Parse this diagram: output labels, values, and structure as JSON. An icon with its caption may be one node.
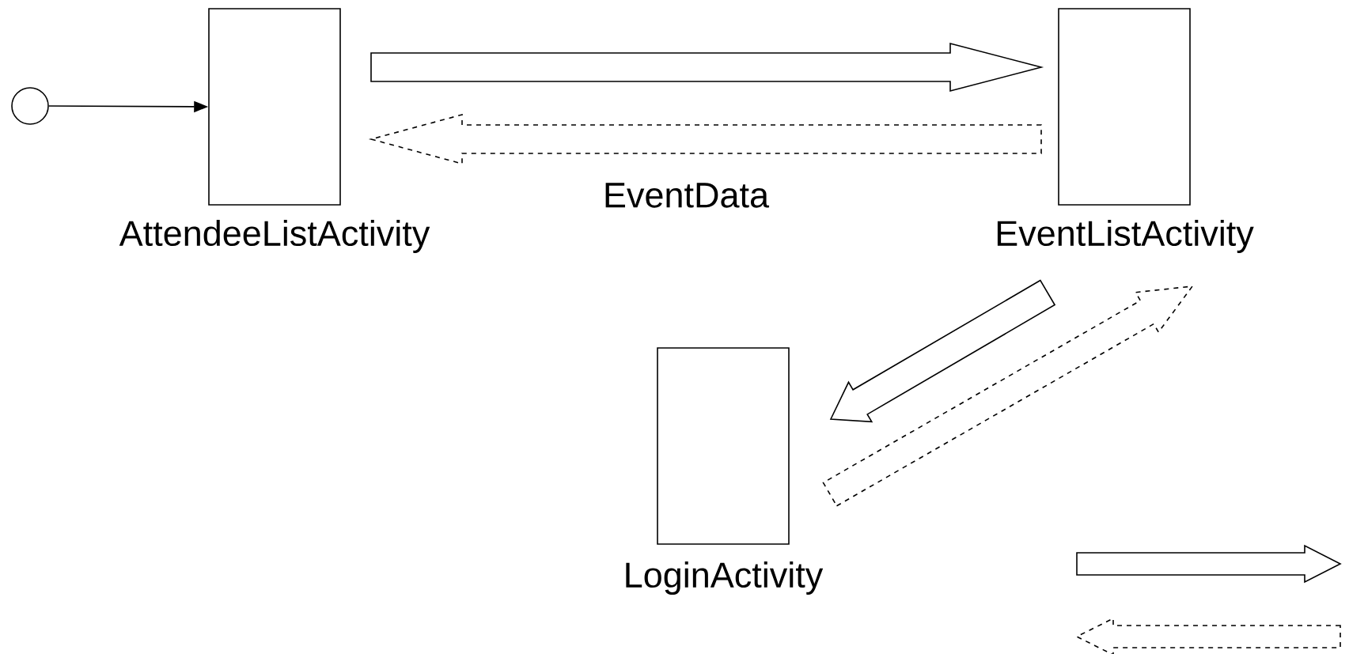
{
  "diagram": {
    "nodes": [
      {
        "text": [],
        "shape": "circle"
      },
      {
        "text": [
          "AttendeeListActivity"
        ]
      },
      {
        "text": [
          "EventListActivity"
        ]
      },
      {
        "text": [
          "LoginActivity"
        ]
      }
    ],
    "edges": [
      {
        "from": 0,
        "to": 1,
        "arrow": "to"
      },
      {
        "from": 1,
        "to": 2,
        "arrow": "to"
      },
      {
        "from": 2,
        "to": 1,
        "arrow": "to",
        "style": "dashed",
        "label": "EventData"
      },
      {
        "from": 2,
        "to": 3,
        "arrow": "to"
      },
      {
        "from": 3,
        "to": 2,
        "arrow": "to",
        "style": "dashed"
      }
    ]
  }
}
